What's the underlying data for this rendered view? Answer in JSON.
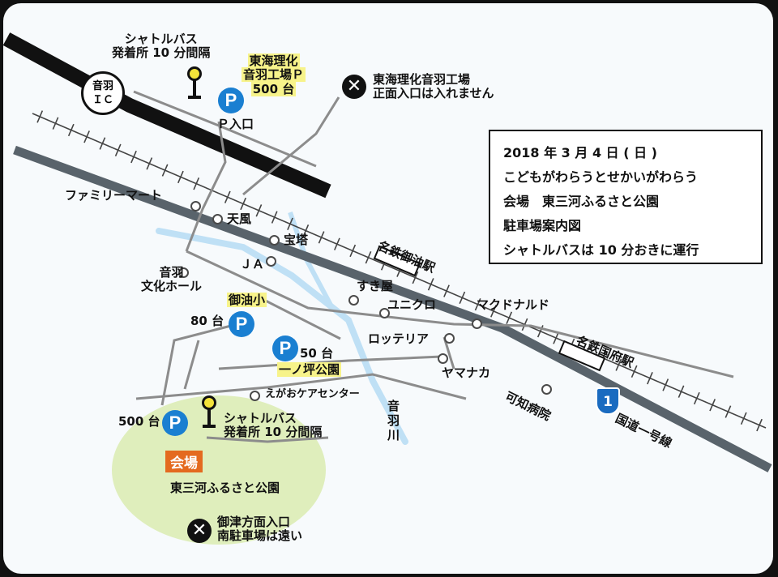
{
  "info_box": {
    "lines": [
      "2018 年 3 月 4 日 ( 日 )",
      "こどもがわらうとせかいがわらう",
      "会場　東三河ふるさと公園",
      "駐車場案内図",
      "シャトルバスは 10 分おきに運行"
    ]
  },
  "interchange": {
    "line1": "音羽",
    "line2": "ＩＣ"
  },
  "shuttle_north": {
    "line1": "シャトルバス",
    "line2": "発着所 10 分間隔"
  },
  "shuttle_south": {
    "line1": "シャトルバス",
    "line2": "発着所 10 分間隔"
  },
  "tokai_parking": {
    "line1": "東海理化",
    "line2": "音羽工場Ｐ",
    "line3": "500 台"
  },
  "tokai_entrance": {
    "line1": "東海理化音羽工場",
    "line2": "正面入口は入れません"
  },
  "p_entrance": "Ｐ入口",
  "parking_badge_letter": "P",
  "parking_goyu": {
    "name": "御油小",
    "count": "80 台"
  },
  "parking_ichinotsubo": {
    "count": "50 台",
    "name": "一ノ坪公園"
  },
  "parking_venue": {
    "count": "500 台"
  },
  "venue": {
    "badge": "会場",
    "name": "東三河ふるさと公園"
  },
  "south_entrance": {
    "line1": "御津方面入口",
    "line2": "南駐車場は遠い"
  },
  "no_entry_symbol": "✕",
  "stations": {
    "goyu": "名鉄御油駅",
    "kou": "名鉄国府駅"
  },
  "road": {
    "route_number": "1",
    "name": "国道一号線"
  },
  "river": "音羽川",
  "landmarks": {
    "familymart": "ファミリーマート",
    "tenpu": "天風",
    "houtou": "宝塔",
    "ja": "ＪＡ",
    "bunka_hall_1": "音羽",
    "bunka_hall_2": "文化ホール",
    "sukiya": "すき屋",
    "uniqlo": "ユニクロ",
    "mcdonalds": "マクドナルド",
    "lotteria": "ロッテリア",
    "yamanaka": "ヤマナカ",
    "kachi_hospital": "可知病院",
    "egao_care": "えがおケアセンター"
  },
  "colors": {
    "parking": "#1a7fd1",
    "venue_badge": "#e46a1f",
    "highlight": "#f7f38a",
    "venue_area": "#dfeebc",
    "route_sign": "#1a6bc0"
  }
}
